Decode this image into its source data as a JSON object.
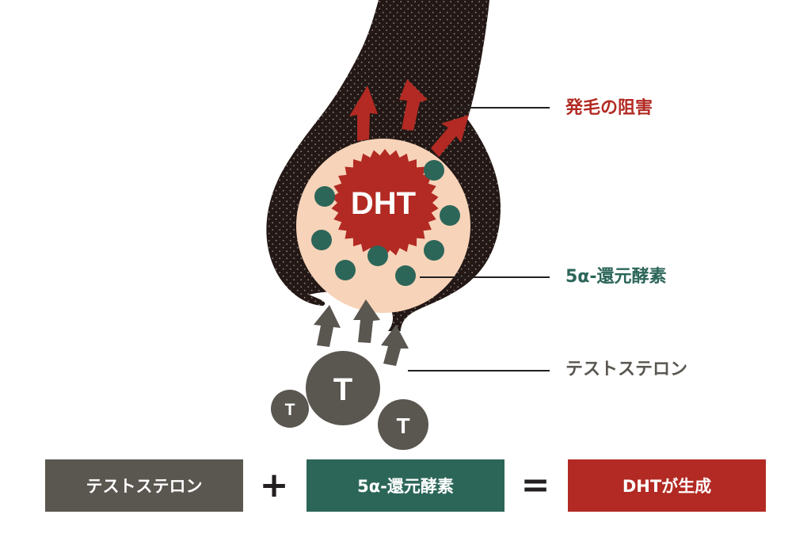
{
  "diagram": {
    "center_label": "DHT",
    "molecule_label": "T",
    "callouts": {
      "inhibition": "発毛の阻害",
      "enzyme": "5α-還元酵素",
      "testosterone": "テストステロン"
    }
  },
  "equation": {
    "term1": "テストステロン",
    "plus": "+",
    "term2": "5α-還元酵素",
    "equals": "=",
    "result": "DHTが生成"
  },
  "colors": {
    "follicle": "#231815",
    "bulb": "#f7d3b9",
    "red": "#b22a23",
    "green": "#2c6659",
    "gray": "#5a5650",
    "text_dark": "#231f20"
  }
}
